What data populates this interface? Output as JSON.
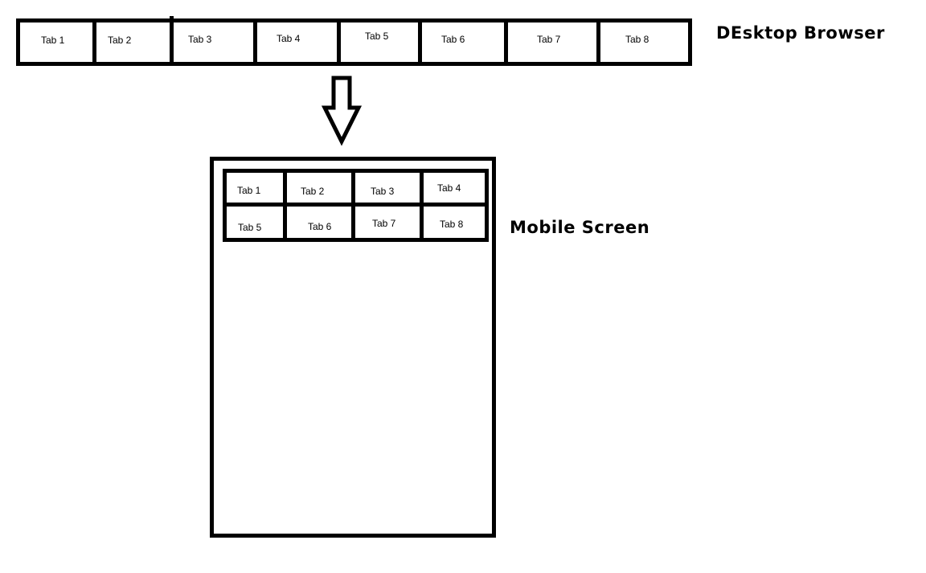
{
  "desktop": {
    "title": "DEsktop Browser",
    "tabs": [
      "Tab 1",
      "Tab 2",
      "Tab 3",
      "Tab 4",
      "Tab 5",
      "Tab 6",
      "Tab 7",
      "Tab 8"
    ]
  },
  "mobile": {
    "title": "Mobile Screen",
    "tabs": [
      "Tab 1",
      "Tab 2",
      "Tab 3",
      "Tab 4",
      "Tab 5",
      "Tab 6",
      "Tab 7",
      "Tab 8"
    ]
  }
}
